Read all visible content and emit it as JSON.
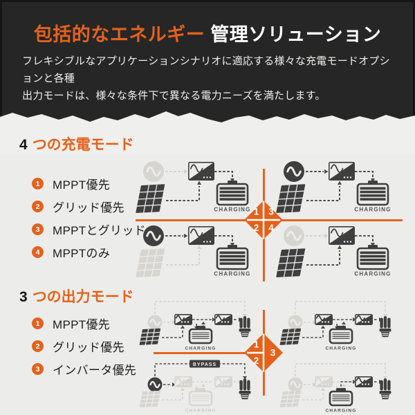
{
  "colors": {
    "accent": "#e4621c",
    "header_bg": "#262626",
    "paper": "#ecedeb",
    "icon_active": "#3f3f3f",
    "icon_inactive": "#d6d5d0",
    "arrow_active": "#4a4a4a",
    "arrow_inactive": "#d2d1cc"
  },
  "header": {
    "title_highlight": "包括的なエネルギー",
    "title_rest": "管理ソリューション",
    "subtitle_line1": "フレキシブルなアプリケーションシナリオに適応する様々な充電モードオプションと各種",
    "subtitle_line2": "出力モードは、様々な条件下で異なる電力ニーズを満たします。"
  },
  "charging_section": {
    "heading_number": "4",
    "heading_text": "つの充電モード",
    "items": [
      {
        "num": "1",
        "label": "MPPT優先"
      },
      {
        "num": "2",
        "label": "グリッド優先"
      },
      {
        "num": "3",
        "label": "MPPTとグリッド"
      },
      {
        "num": "4",
        "label": "MPPTのみ"
      }
    ],
    "diamond": [
      {
        "position": "top-left",
        "number": "1"
      },
      {
        "position": "top-right",
        "number": "3"
      },
      {
        "position": "bottom-left",
        "number": "2"
      },
      {
        "position": "bottom-right",
        "number": "4"
      }
    ],
    "battery_label": "CHARGING",
    "scenes": [
      {
        "position": "top-left",
        "mode": "1",
        "solar": "active",
        "grid": "inactive"
      },
      {
        "position": "top-right",
        "mode": "3",
        "solar": "active",
        "grid": "active"
      },
      {
        "position": "bottom-left",
        "mode": "2",
        "solar": "inactive",
        "grid": "active"
      },
      {
        "position": "bottom-right",
        "mode": "4",
        "solar": "active",
        "grid": "inactive"
      }
    ]
  },
  "output_section": {
    "heading_number": "3",
    "heading_text": "つの出力モード",
    "items": [
      {
        "num": "1",
        "label": "MPPT優先"
      },
      {
        "num": "2",
        "label": "グリッド優先"
      },
      {
        "num": "3",
        "label": "インバータ優先"
      }
    ],
    "diamond": [
      {
        "position": "left-top",
        "number": "1"
      },
      {
        "position": "left-bottom",
        "number": "2"
      },
      {
        "position": "right",
        "number": "3"
      }
    ],
    "battery_label": "CHARGING",
    "bypass_label": "BYPASS",
    "scenes": [
      {
        "position": "top-left",
        "mode": "1",
        "flow": "solar"
      },
      {
        "position": "top-right",
        "mode": "3",
        "flow": "solar"
      },
      {
        "position": "bottom-left",
        "mode": "2",
        "flow": "bypass"
      },
      {
        "position": "bottom-right",
        "mode": "3",
        "flow": "battery"
      }
    ]
  },
  "icons": {
    "grid": "grid-power-icon",
    "solar": "solar-panel-icon",
    "inverter": "inverter-icon",
    "battery": "battery-icon",
    "bulb": "cfl-bulb-icon"
  }
}
